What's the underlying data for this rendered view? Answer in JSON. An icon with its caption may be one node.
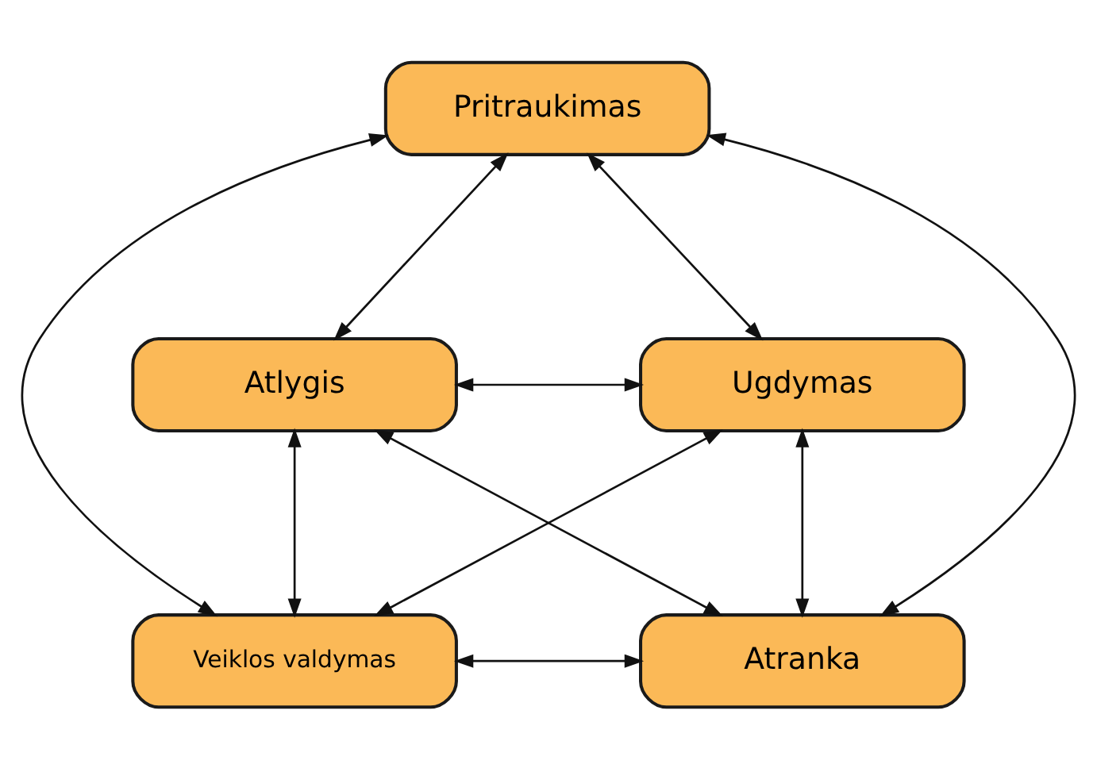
{
  "diagram": {
    "nodes": [
      {
        "text": [
          "Pritraukimas"
        ]
      },
      {
        "text": [
          "Atlygis"
        ]
      },
      {
        "text": [
          "Ugdymas"
        ]
      },
      {
        "text": [
          "Veiklos valdymas"
        ]
      },
      {
        "text": [
          "Atranka"
        ]
      }
    ],
    "edges": [
      {
        "from": 0,
        "to": 1,
        "arrow": "both"
      },
      {
        "from": 0,
        "to": 2,
        "arrow": "both"
      },
      {
        "from": 0,
        "to": 3,
        "arrow": "both"
      },
      {
        "from": 0,
        "to": 4,
        "arrow": "both"
      },
      {
        "from": 1,
        "to": 2,
        "arrow": "both"
      },
      {
        "from": 1,
        "to": 3,
        "arrow": "both"
      },
      {
        "from": 1,
        "to": 4,
        "arrow": "both"
      },
      {
        "from": 2,
        "to": 3,
        "arrow": "both"
      },
      {
        "from": 2,
        "to": 4,
        "arrow": "both"
      },
      {
        "from": 3,
        "to": 4,
        "arrow": "both"
      }
    ]
  }
}
